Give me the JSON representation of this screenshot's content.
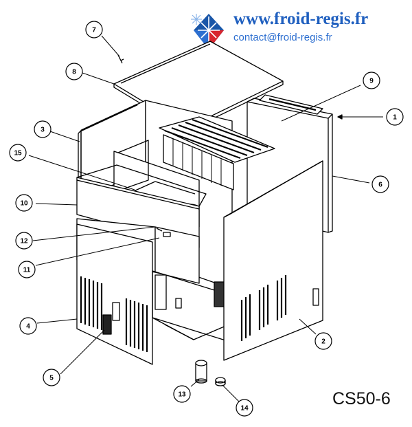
{
  "header": {
    "website": "www.froid-regis.fr",
    "email": "contact@froid-regis.fr",
    "logo_icon": "snowflake-logo-icon"
  },
  "model": "CS50-6",
  "colors": {
    "brand_blue": "#1f5fbf",
    "logo_blue": "#1a56a8",
    "logo_red": "#d8262e",
    "line": "#000000"
  },
  "callouts": [
    "1",
    "2",
    "3",
    "4",
    "5",
    "6",
    "7",
    "8",
    "9",
    "10",
    "11",
    "12",
    "13",
    "14",
    "15"
  ]
}
